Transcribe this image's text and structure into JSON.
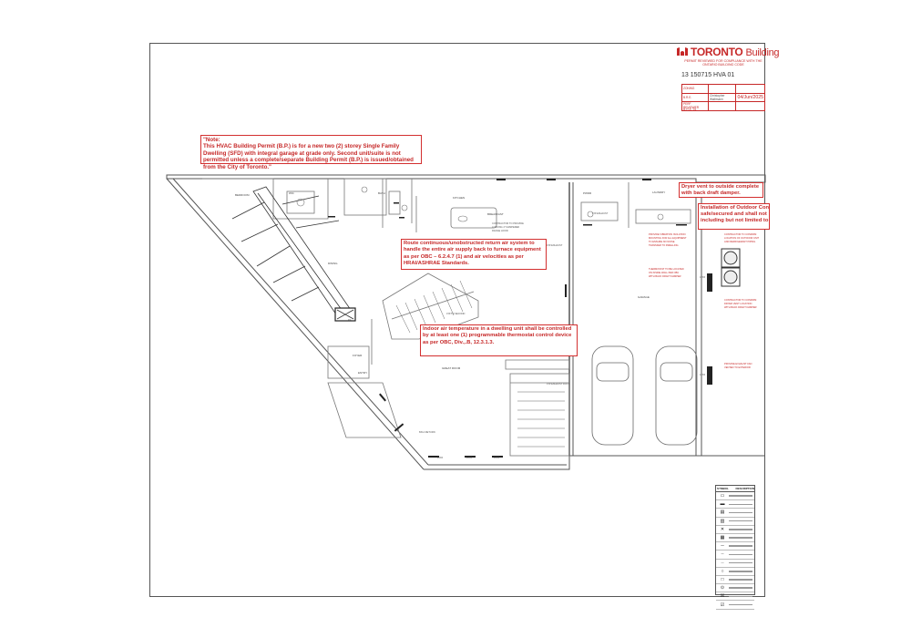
{
  "title_block": {
    "logo_text": "TORONTO",
    "logo_word": "Building",
    "permit_stamp": "PERMIT REVIEWED FOR COMPLIANCE WITH THE ONTARIO BUILDING CODE",
    "permit_number": "13 150715 HVA 01",
    "rows": [
      {
        "label": "ZONING",
        "value": "",
        "date": ""
      },
      {
        "label": "B.R.E.",
        "value": "Christopher Wallimann",
        "date": "04/Jun/2025"
      },
      {
        "label": "PERF REVIEWER",
        "value": "",
        "date": ""
      }
    ],
    "footer_label": "B.R.E. 01"
  },
  "notes": {
    "hvac_permit": "\"Note:\nThis HVAC Building Permit (B.P.) is for a new two (2) storey Single Family Dwelling (SFD) with integral garage at grade only. Second unit/suite is not permitted unless a complete/separate Building Permit (B.P.) is issued/obtained from the City of Toronto.\"",
    "return_air": "Route continuous/unobstructed return air system to handle the entire air supply back to furnace equipment as per OBC – 6.2.4.7 (1) and air velocities as per HRAI/ASHRAE Standards.",
    "thermostat": "Indoor air temperature in a dwelling unit shall be controlled by at least one (1) programmable thermostat control device as per OBC, Div.,.B, 12.3.1.3.",
    "dryer_vent": "Dryer vent to outside complete with back draft damper.",
    "outdoor_unit": "Installation of Outdoor Con\nsafe/secured and shall not\nincluding but not limited to"
  },
  "legend": {
    "col_symbol": "SYMBOL",
    "col_description": "DESCRIPTION",
    "symbols": [
      "▭",
      "▬",
      "▤",
      "▥",
      "✕",
      "▦",
      "─",
      "┄",
      "┈",
      "○",
      "□",
      "⊙",
      "☒",
      "☑",
      "✖",
      "▣",
      "■",
      "◎",
      "◌"
    ]
  },
  "colors": {
    "accent_red": "#c62828",
    "line": "#555555"
  }
}
